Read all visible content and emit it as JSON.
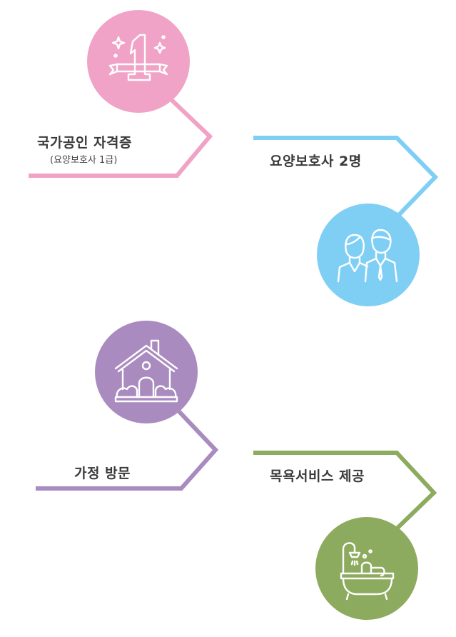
{
  "features": [
    {
      "title": "국가공인 자격증",
      "subtitle": "(요양보호사 1급)",
      "color": "#f0a3c6",
      "icon": "number-one-ribbon-icon"
    },
    {
      "title": "요양보호사 2명",
      "color": "#7fcff5",
      "icon": "caregivers-couple-icon"
    },
    {
      "title": "가정 방문",
      "color": "#a98bbf",
      "icon": "house-icon"
    },
    {
      "title": "목욕서비스 제공",
      "color": "#8cab5e",
      "icon": "bathtub-shower-icon"
    }
  ]
}
